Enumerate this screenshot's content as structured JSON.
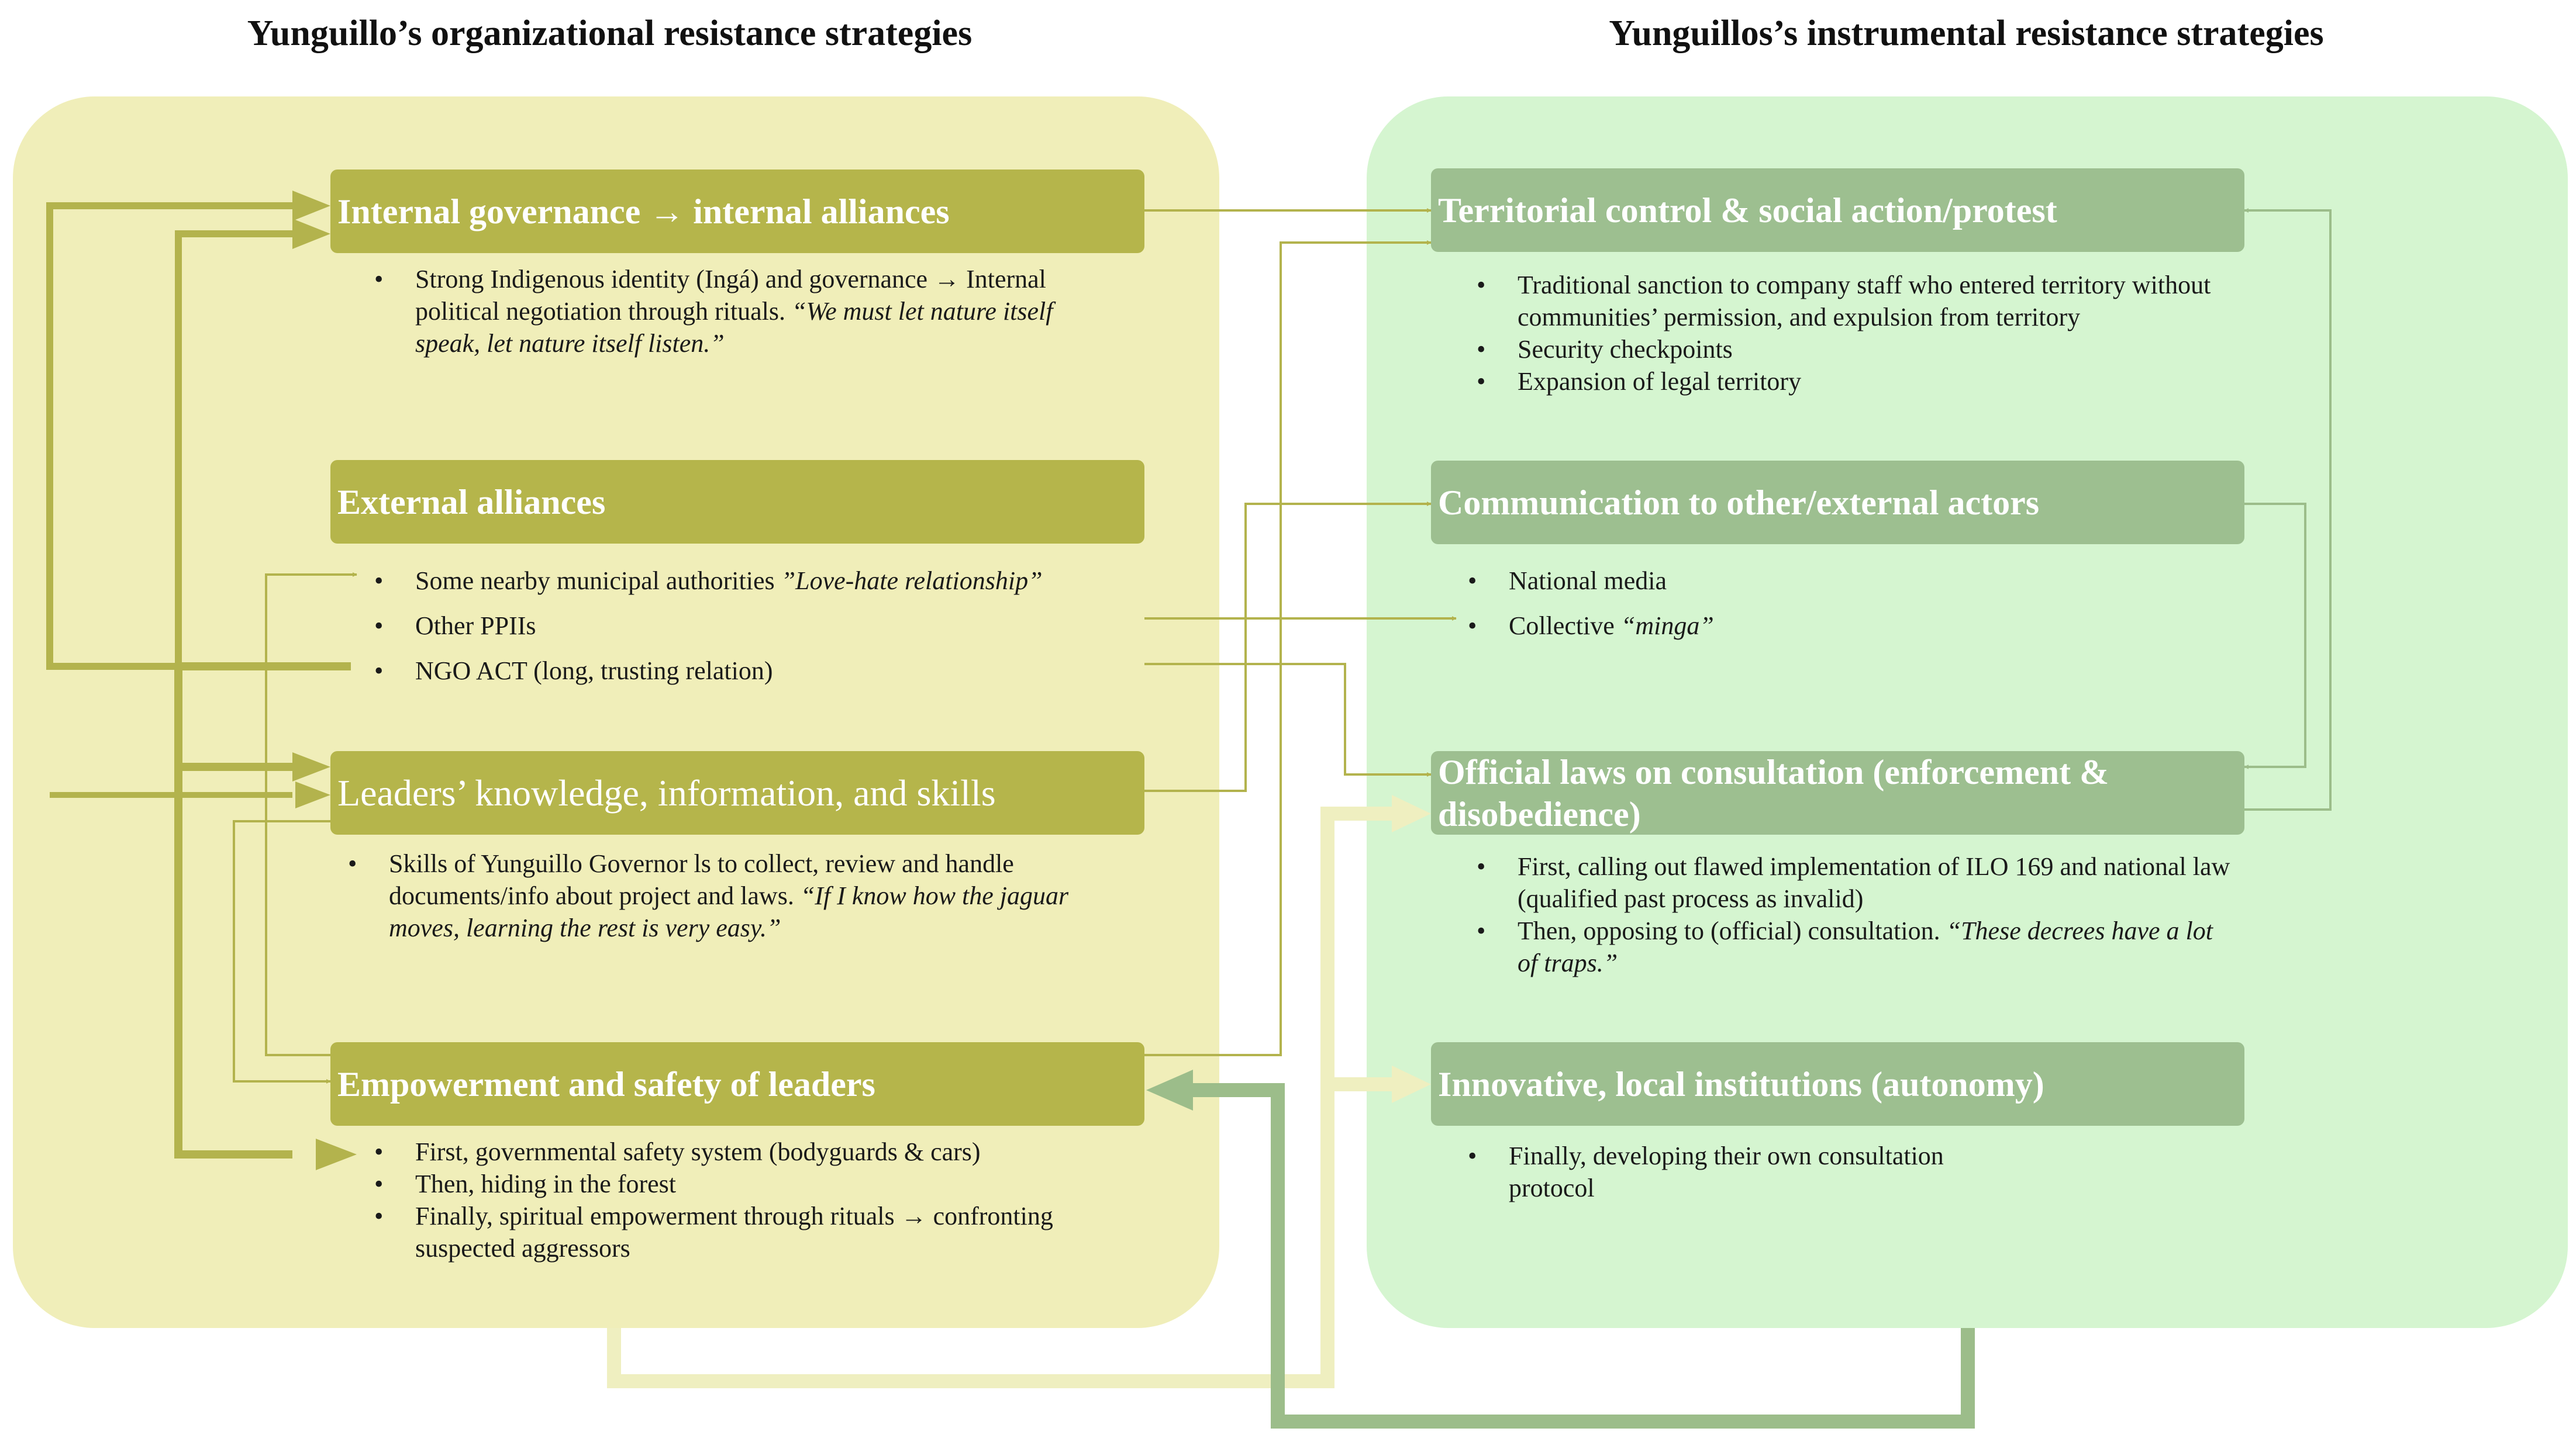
{
  "titles": {
    "left": "Yunguillo’s organizational resistance strategies",
    "right": "Yunguillos’s instrumental resistance strategies"
  },
  "left_boxes": [
    {
      "label": "Internal governance → internal alliances",
      "bullets": [
        {
          "text": "Strong Indigenous identity (Ingá) and governance → Internal political negotiation through rituals. ",
          "quote": "“We must let nature itself speak, let nature itself listen.”"
        }
      ]
    },
    {
      "label": "External alliances",
      "bullets": [
        {
          "text": "Some nearby municipal authorities ",
          "quote": "”Love-hate relationship”"
        },
        {
          "text": "Other PPIIs",
          "quote": ""
        },
        {
          "text": "NGO ACT (long, trusting relation)",
          "quote": ""
        }
      ]
    },
    {
      "label": "Leaders’ knowledge, information, and skills",
      "bullets": [
        {
          "text": "Skills of Yunguillo Governor ls to collect, review and handle documents/info about project and laws. ",
          "quote": "“If I know how the jaguar moves, learning the rest is very easy.”"
        }
      ]
    },
    {
      "label": "Empowerment and safety of leaders",
      "bullets": [
        {
          "text": "First, governmental safety system (bodyguards & cars)",
          "quote": ""
        },
        {
          "text": "Then, hiding in the forest",
          "quote": ""
        },
        {
          "text": "Finally,  spiritual empowerment through rituals → confronting suspected aggressors",
          "quote": ""
        }
      ]
    }
  ],
  "right_boxes": [
    {
      "label": "Territorial control & social action/protest",
      "bullets": [
        {
          "text": "Traditional sanction to company staff who entered territory without communities’ permission, and expulsion from territory",
          "quote": ""
        },
        {
          "text": "Security checkpoints",
          "quote": ""
        },
        {
          "text": "Expansion of legal territory",
          "quote": ""
        }
      ]
    },
    {
      "label": "Communication to other/external actors",
      "bullets": [
        {
          "text": "National media",
          "quote": ""
        },
        {
          "text": "Collective ",
          "quote": "“minga”"
        }
      ]
    },
    {
      "label": "Official laws on consultation (enforcement & disobedience)",
      "bullets": [
        {
          "text": "First, calling out flawed implementation of ILO 169 and national law (qualified past process as invalid)",
          "quote": ""
        },
        {
          "text": "Then, opposing to (official) consultation. ",
          "quote": "“These decrees have a lot of traps.”"
        }
      ]
    },
    {
      "label": "Innovative, local institutions (autonomy)",
      "bullets": [
        {
          "text": "Finally, developing their own consultation protocol",
          "quote": ""
        }
      ]
    }
  ],
  "colors": {
    "left_panel": "#f0eeb9",
    "right_panel": "#d5f5d0",
    "left_box": "#b5b54b",
    "right_box": "#9dbf90",
    "left_arrow": "#b3b34d",
    "right_arrow": "#9cbd8a",
    "pale_arrow": "#efefc0"
  }
}
